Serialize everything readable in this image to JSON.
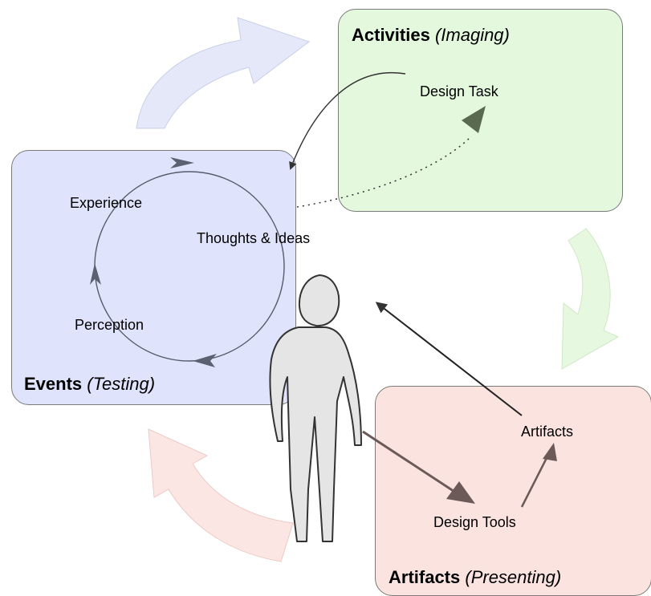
{
  "boxes": {
    "activities": {
      "title": "Activities",
      "subtitle": "(Imaging)"
    },
    "events": {
      "title": "Events",
      "subtitle": "(Testing)"
    },
    "artifacts": {
      "title": "Artifacts",
      "subtitle": "(Presenting)"
    }
  },
  "nodes": {
    "design_task": "Design Task",
    "experience": "Experience",
    "thoughts_ideas": "Thoughts & Ideas",
    "perception": "Perception",
    "artifacts": "Artifacts",
    "design_tools": "Design Tools"
  },
  "colors": {
    "activities_fill": "#e3f8dd",
    "events_fill": "#dfe3fb",
    "artifacts_fill": "#fbe3df",
    "big_arrow_blue": "#e4e8f8",
    "big_arrow_green": "#e6f8df",
    "big_arrow_red": "#fbe6e3",
    "cycle_arrow": "#5a6170",
    "figure_fill": "#e5e5e5"
  }
}
